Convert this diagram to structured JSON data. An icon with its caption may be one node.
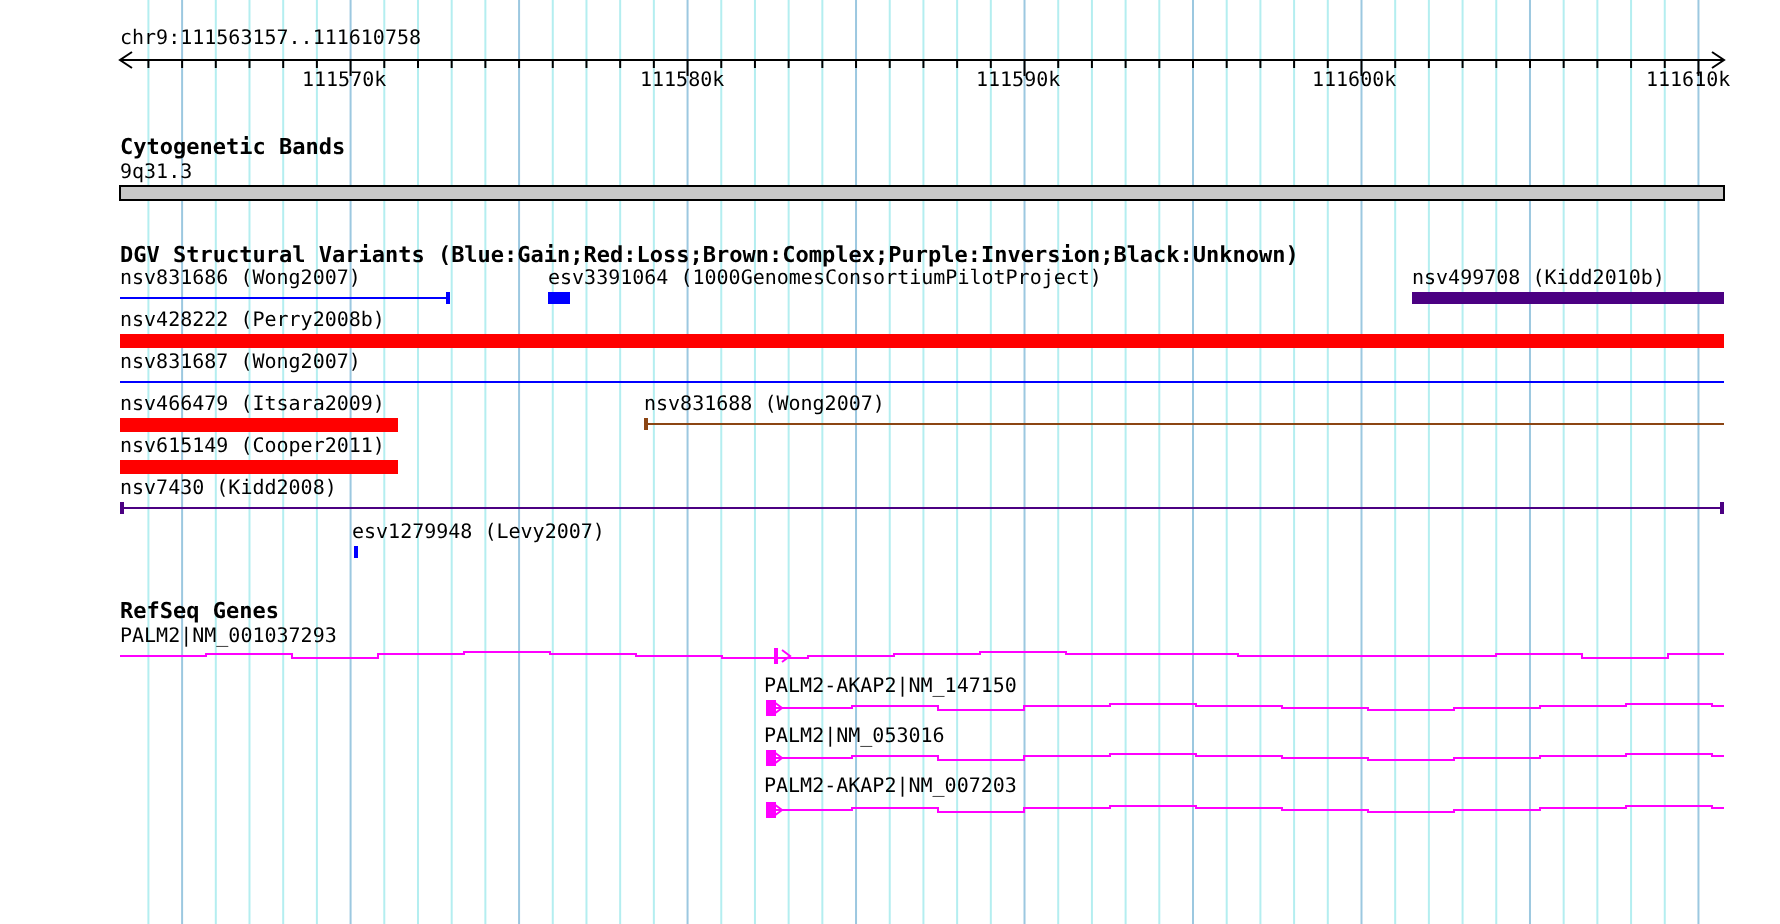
{
  "diagram": {
    "labels": [
      "chr9:111563157..111610758",
      "111570k",
      "111580k",
      "111590k",
      "111600k",
      "111610k",
      "Cytogenetic Bands",
      "9q31.3",
      "DGV Structural Variants (Blue:Gain;Red:Loss;Brown:Complex;Purple:Inversion;Black:Unknown)",
      "nsv831686 (Wong2007)",
      "esv3391064 (1000GenomesConsortiumPilotProject)",
      "nsv499708 (Kidd2010b)",
      "nsv428222 (Perry2008b)",
      "nsv831687 (Wong2007)",
      "nsv466479 (Itsara2009)",
      "nsv831688 (Wong2007)",
      "nsv615149 (Cooper2011)",
      "nsv7430 (Kidd2008)",
      "esv1279948 (Levy2007)",
      "RefSeq Genes",
      "PALM2|NM_001037293",
      "PALM2-AKAP2|NM_147150",
      "PALM2|NM_053016",
      "PALM2-AKAP2|NM_007203"
    ]
  }
}
